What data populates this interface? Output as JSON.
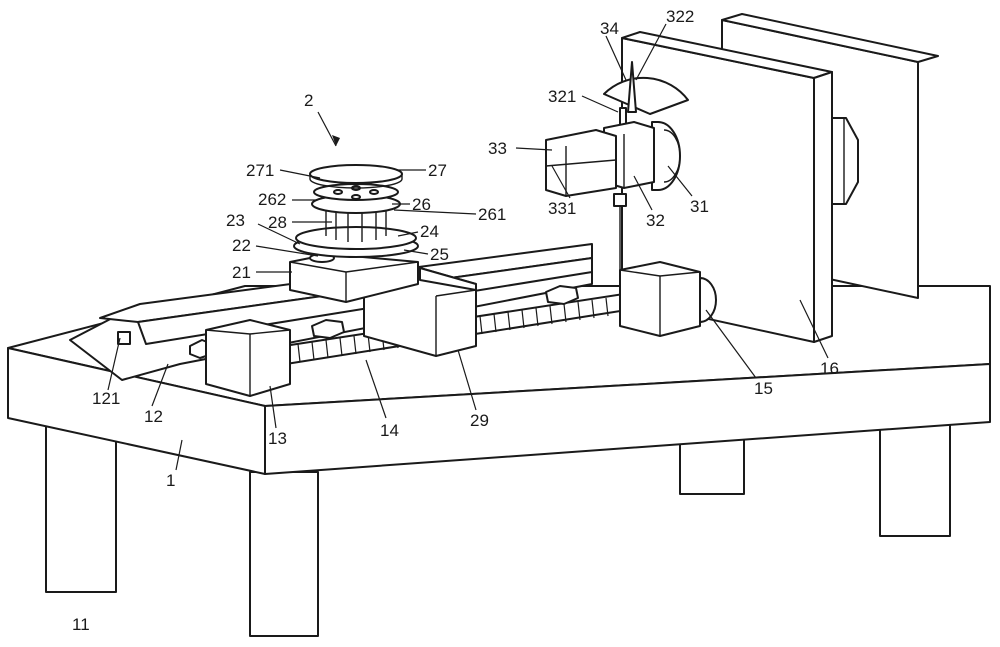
{
  "figure": {
    "labels": {
      "n1": "1",
      "n2": "2",
      "n11": "11",
      "n12": "12",
      "n121": "121",
      "n13": "13",
      "n14": "14",
      "n15": "15",
      "n16": "16",
      "n21": "21",
      "n22": "22",
      "n23": "23",
      "n24": "24",
      "n25": "25",
      "n26": "26",
      "n261": "261",
      "n262": "262",
      "n27": "27",
      "n271": "271",
      "n28": "28",
      "n29": "29",
      "n31": "31",
      "n32": "32",
      "n321": "321",
      "n322": "322",
      "n33": "33",
      "n331": "331",
      "n34": "34"
    }
  }
}
